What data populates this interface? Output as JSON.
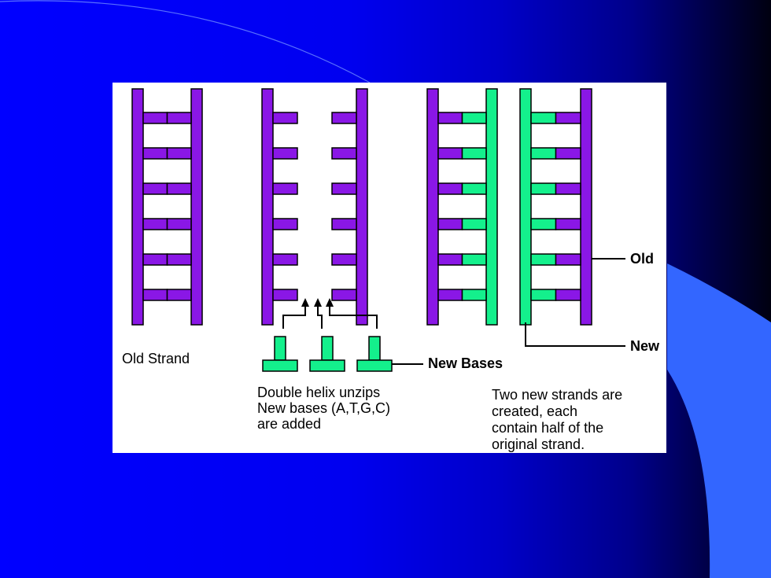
{
  "colors": {
    "old_strand": "#8a17e6",
    "new_strand": "#14f08c",
    "outline": "#000000",
    "panel_background": "#ffffff",
    "slide_background": "#0000ff",
    "slide_accent": "#3366ff"
  },
  "stages": [
    {
      "id": "original-molecule",
      "rails": [
        "old",
        "old"
      ],
      "rung_count": 6,
      "joined": true
    },
    {
      "id": "unzipped-molecule",
      "rails": [
        "old",
        "old"
      ],
      "rung_count": 6,
      "joined": false
    },
    {
      "id": "daughter-molecule-1",
      "rails": [
        "old",
        "new"
      ],
      "rung_count": 6,
      "joined": true
    },
    {
      "id": "daughter-molecule-2",
      "rails": [
        "new",
        "old"
      ],
      "rung_count": 6,
      "joined": true
    }
  ],
  "free_bases_count": 3,
  "labels": {
    "old_strand": "Old Strand",
    "new_bases": "New Bases",
    "unzip_line1": "Double helix unzips",
    "unzip_line2": "New bases (A,T,G,C)",
    "unzip_line3": "are added",
    "result_line1": "Two new strands are",
    "result_line2": "created, each",
    "result_line3": "contain half of the",
    "result_line4": "original strand.",
    "old": "Old",
    "new": "New"
  }
}
